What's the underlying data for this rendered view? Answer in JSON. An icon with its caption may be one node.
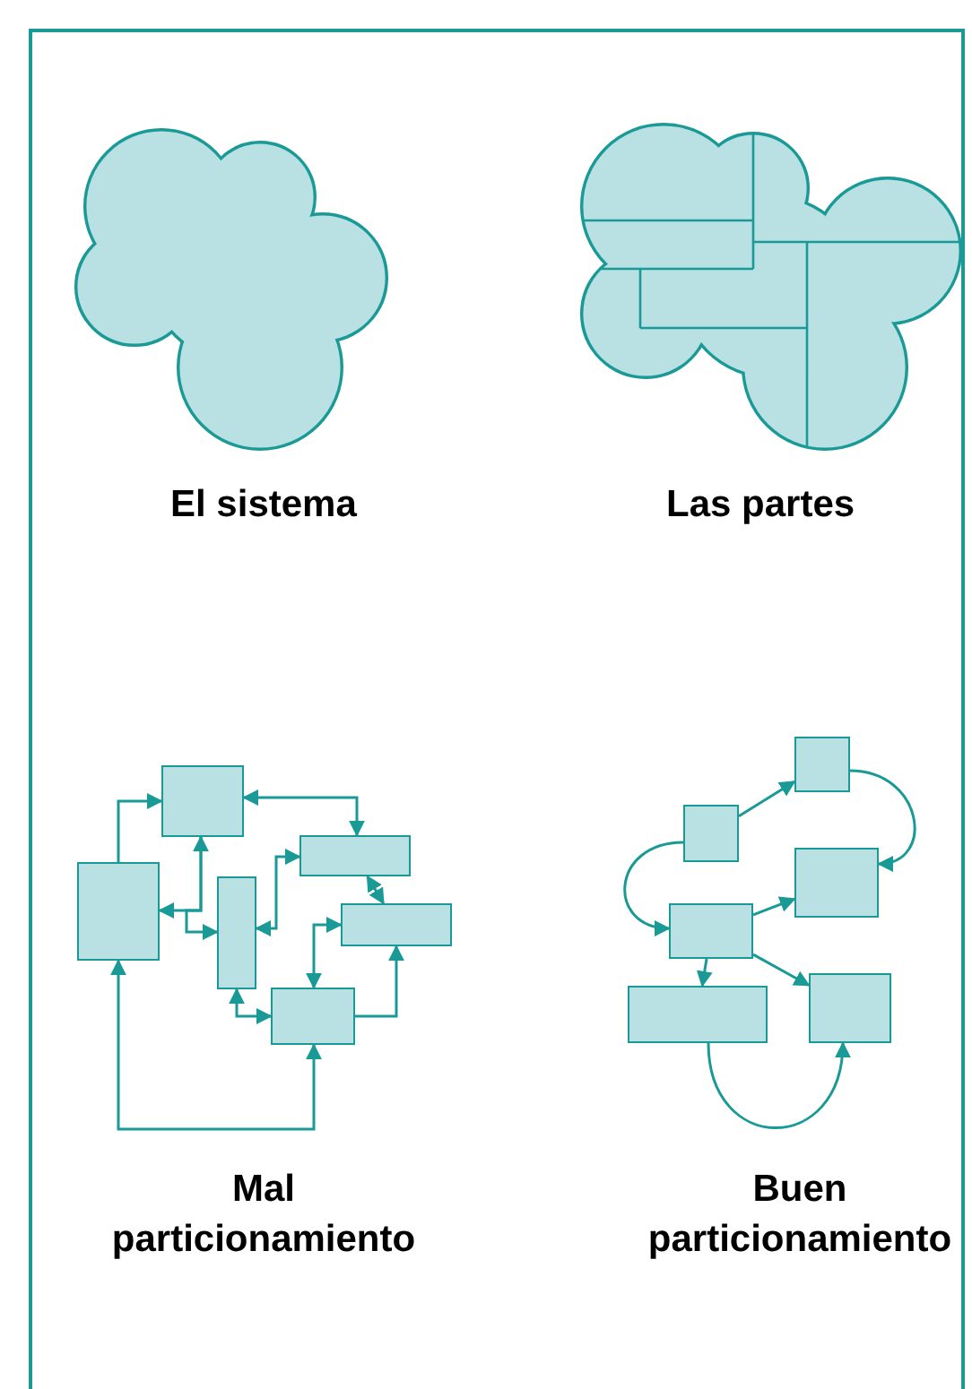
{
  "diagram": {
    "nodes": [
      {
        "text": [
          "El sistema"
        ]
      },
      {
        "text": [
          "Las partes"
        ]
      },
      {
        "text": [],
        "shape": "box"
      },
      {
        "text": [],
        "shape": "box"
      },
      {
        "text": [],
        "shape": "box"
      },
      {
        "text": [],
        "shape": "box"
      },
      {
        "text": [],
        "shape": "box"
      },
      {
        "text": [],
        "shape": "box"
      },
      {
        "text": [],
        "shape": "box"
      },
      {
        "text": [],
        "shape": "box"
      },
      {
        "text": [],
        "shape": "box"
      },
      {
        "text": [],
        "shape": "box"
      },
      {
        "text": [],
        "shape": "box"
      },
      {
        "text": [],
        "shape": "box"
      }
    ],
    "edges": [
      {
        "from": 3,
        "to": 2,
        "arrow": "to"
      },
      {
        "from": 2,
        "to": 5,
        "arrow": "both"
      },
      {
        "from": 2,
        "to": 3,
        "arrow": "both"
      },
      {
        "from": 2,
        "to": 4,
        "arrow": "to"
      },
      {
        "from": 4,
        "to": 5,
        "arrow": "both"
      },
      {
        "from": 5,
        "to": 6,
        "arrow": "both"
      },
      {
        "from": 6,
        "to": 7,
        "arrow": "both"
      },
      {
        "from": 4,
        "to": 7,
        "arrow": "both"
      },
      {
        "from": 7,
        "to": 6,
        "arrow": "to"
      },
      {
        "from": 7,
        "to": 3,
        "arrow": "both"
      },
      {
        "from": 8,
        "to": 9,
        "arrow": "to"
      },
      {
        "from": 9,
        "to": 10,
        "arrow": "to"
      },
      {
        "from": 8,
        "to": 11,
        "arrow": "to"
      },
      {
        "from": 11,
        "to": 10,
        "arrow": "to"
      },
      {
        "from": 11,
        "to": 12,
        "arrow": "to"
      },
      {
        "from": 11,
        "to": 13,
        "arrow": "to"
      },
      {
        "from": 12,
        "to": 13,
        "arrow": "to"
      }
    ],
    "labels": [
      "Mal particionamiento",
      "Buen particionamiento"
    ]
  }
}
